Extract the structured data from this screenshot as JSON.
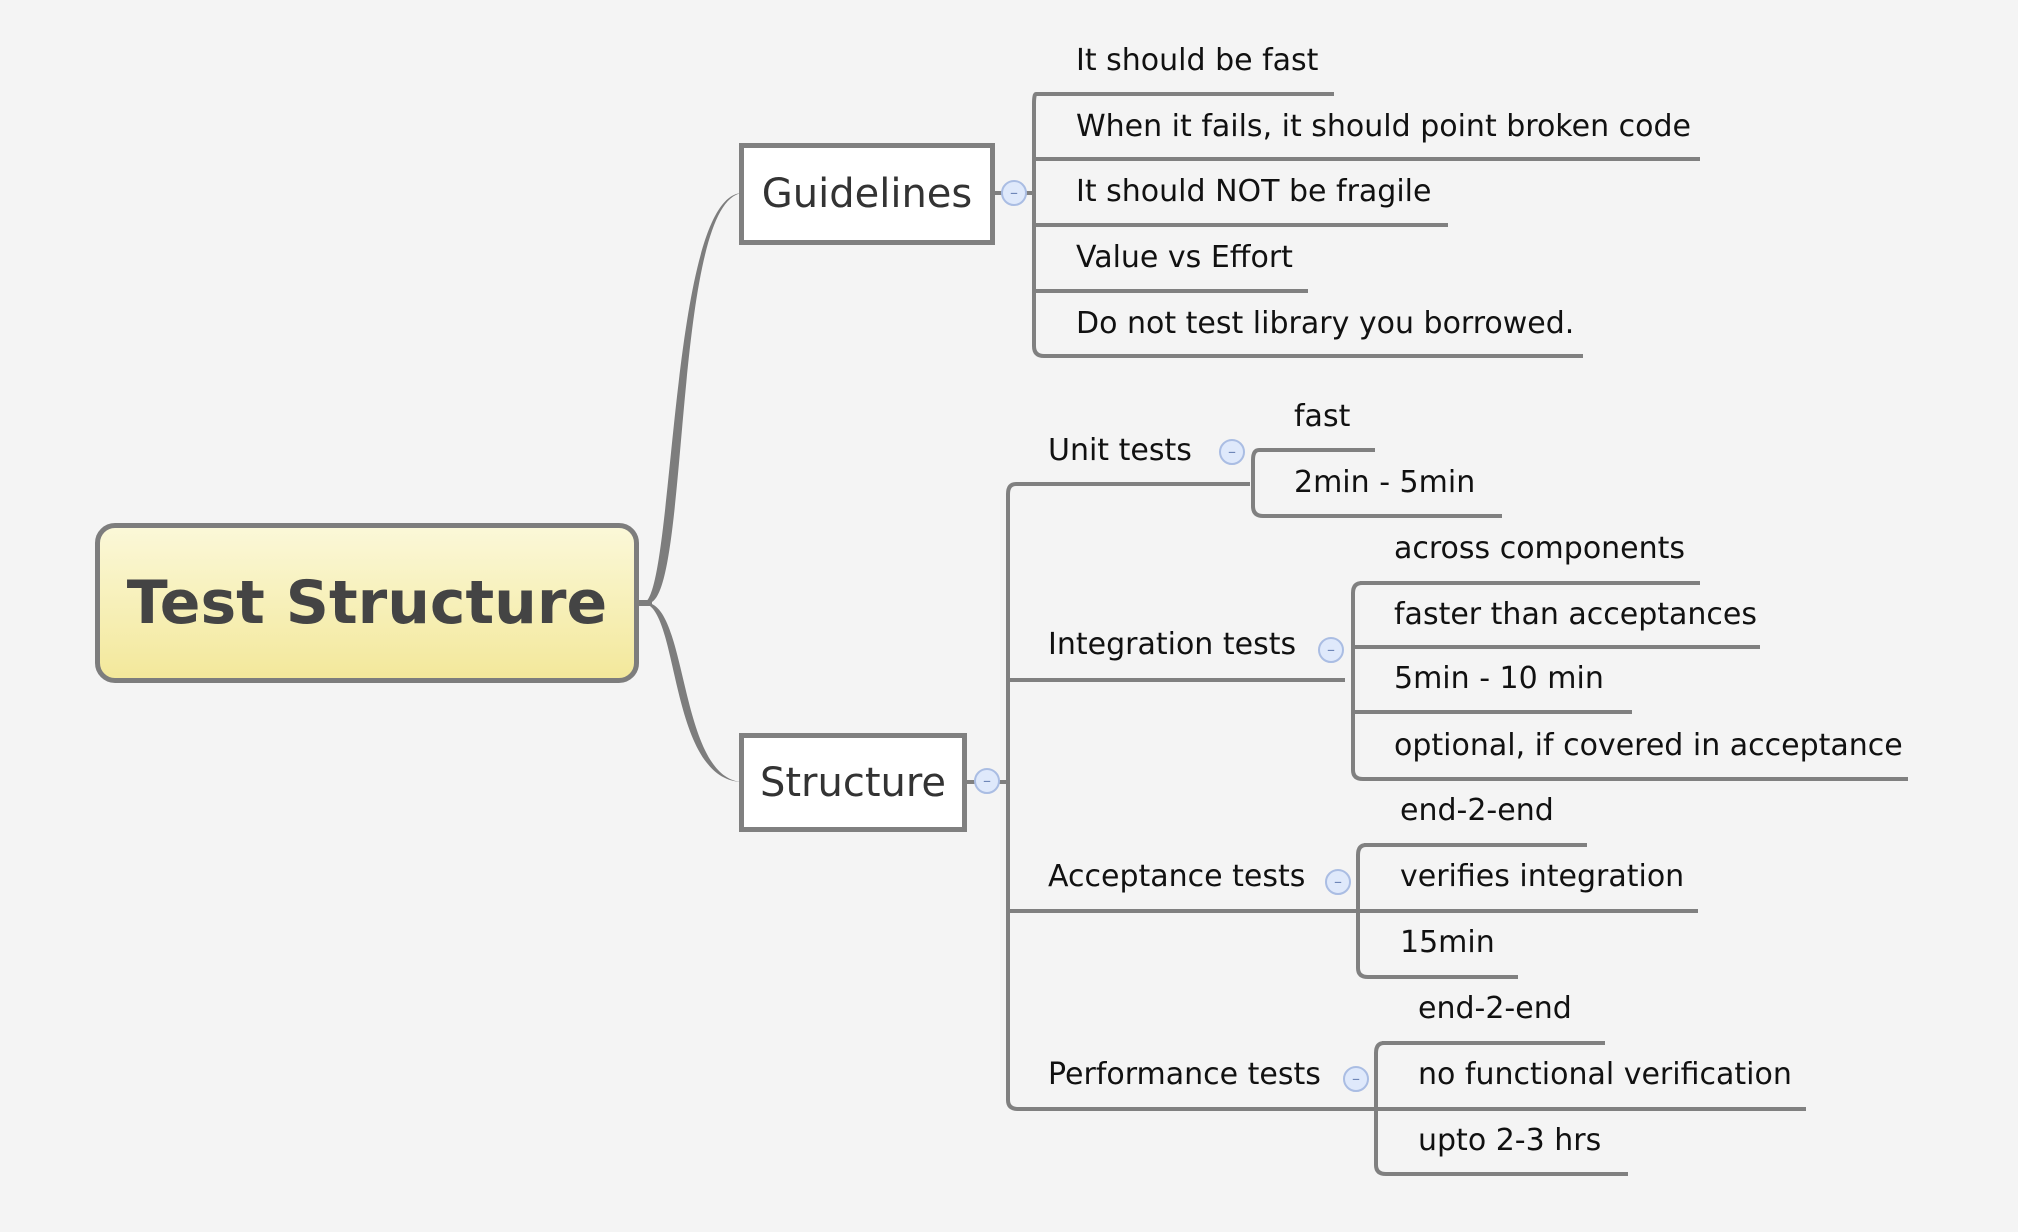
{
  "root": {
    "title": "Test Structure"
  },
  "guidelines": {
    "label": "Guidelines",
    "toggle": "–",
    "items": [
      "It should be fast",
      "When it fails, it should point broken code",
      "It should NOT be fragile",
      "Value vs Effort",
      "Do not test library you borrowed."
    ]
  },
  "structure": {
    "label": "Structure",
    "toggle": "–",
    "unit": {
      "label": "Unit tests",
      "toggle": "–",
      "items": [
        "fast",
        "2min - 5min"
      ]
    },
    "integration": {
      "label": "Integration tests",
      "toggle": "–",
      "items": [
        "across components",
        "faster than acceptances",
        "5min - 10 min",
        "optional, if covered in acceptance"
      ]
    },
    "acceptance": {
      "label": "Acceptance tests",
      "toggle": "–",
      "items": [
        "end-2-end",
        "verifies integration",
        "15min"
      ]
    },
    "performance": {
      "label": "Performance tests",
      "toggle": "–",
      "items": [
        "end-2-end",
        "no functional verification",
        "upto 2-3 hrs"
      ]
    }
  },
  "colors": {
    "connector": "#7d7d7d",
    "root_fill": "#f6eeb2",
    "toggle": "#dfe9fb"
  }
}
